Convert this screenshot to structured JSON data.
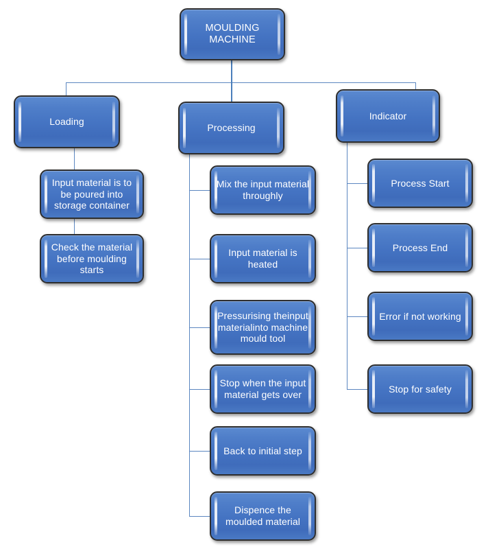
{
  "diagram": {
    "title": "MOULDING MACHINE",
    "type": "hierarchy-tree",
    "background_color": "#ffffff",
    "node_fill_color": "#4472C4",
    "node_border_color": "#2e2e2e",
    "node_text_color": "#ffffff",
    "connector_color": "#4a7ebb"
  },
  "root": {
    "label": "MOULDING MACHINE"
  },
  "branches": [
    {
      "label": "Loading",
      "children": [
        {
          "label": "Input material is to be poured into storage container"
        },
        {
          "label": "Check the material before moulding starts"
        }
      ]
    },
    {
      "label": "Processing",
      "children": [
        {
          "label": "Mix the input material throughly"
        },
        {
          "label": "Input material is heated"
        },
        {
          "label": "Pressurising theinput materialinto machine mould tool"
        },
        {
          "label": "Stop when the input material gets over"
        },
        {
          "label": "Back to initial step"
        },
        {
          "label": "Dispence the moulded material"
        }
      ]
    },
    {
      "label": "Indicator",
      "children": [
        {
          "label": "Process Start"
        },
        {
          "label": "Process End"
        },
        {
          "label": "Error if not working"
        },
        {
          "label": "Stop for safety"
        }
      ]
    }
  ]
}
